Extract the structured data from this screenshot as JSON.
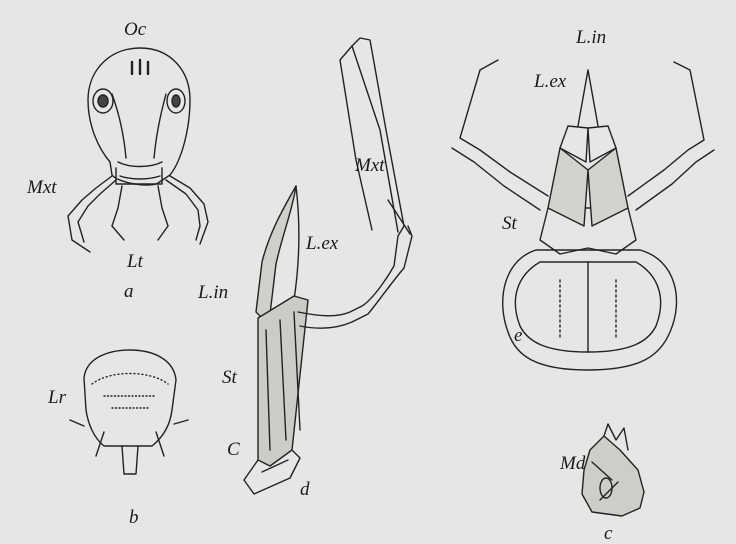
{
  "figure": {
    "panel_a": {
      "letter": "a",
      "labels": {
        "ocelli": "Oc",
        "maxillary_palp": "Mxt",
        "labial_palp": "Lt"
      }
    },
    "panel_b": {
      "letter": "b",
      "labels": {
        "labrum": "Lr"
      }
    },
    "panel_d": {
      "letter": "d",
      "labels": {
        "maxillary_palp": "Mxt",
        "lacinia_ext": "L.ex",
        "lacinia_int": "L.in",
        "stipes": "St",
        "cardo": "C"
      }
    },
    "panel_e": {
      "letter": "e",
      "labels": {
        "lacinia_int": "L.in",
        "lacinia_ext": "L.ex",
        "stipes": "St"
      }
    },
    "panel_c": {
      "letter": "c",
      "labels": {
        "mandible": "Md"
      }
    }
  }
}
